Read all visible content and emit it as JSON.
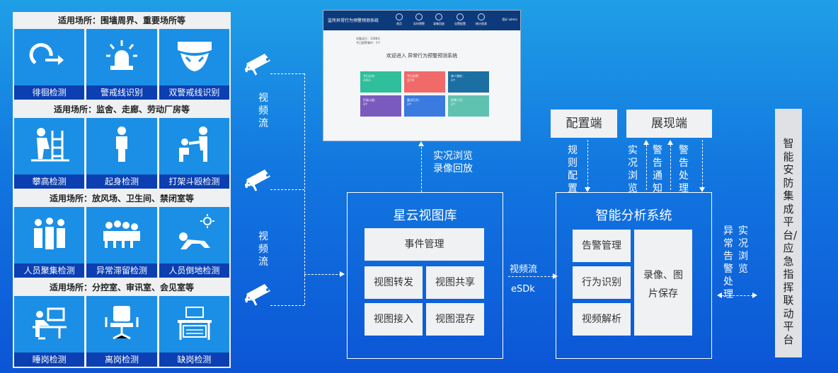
{
  "groups": [
    {
      "title": "适用场所：围墙周界、重要场所等",
      "items": [
        {
          "label": "徘徊检测",
          "icon": "loiter-icon"
        },
        {
          "label": "警戒线识别",
          "icon": "alarm-light-icon"
        },
        {
          "label": "双警戒线识别",
          "icon": "double-line-icon"
        }
      ]
    },
    {
      "title": "适用场所：监舍、走廊、劳动厂房等",
      "items": [
        {
          "label": "攀高检测",
          "icon": "climb-icon"
        },
        {
          "label": "起身检测",
          "icon": "stand-up-icon"
        },
        {
          "label": "打架斗殴检测",
          "icon": "fight-icon"
        }
      ]
    },
    {
      "title": "适用场所：放风场、卫生间、禁闭室等",
      "items": [
        {
          "label": "人员聚集检测",
          "icon": "crowd-icon"
        },
        {
          "label": "异常滞留检测",
          "icon": "linger-icon"
        },
        {
          "label": "人员倒地检测",
          "icon": "fall-icon"
        }
      ]
    },
    {
      "title": "适用场所：分控室、审讯室、会见室等",
      "items": [
        {
          "label": "睡岗检测",
          "icon": "sleep-post-icon"
        },
        {
          "label": "离岗检测",
          "icon": "empty-chair-icon"
        },
        {
          "label": "缺岗检测",
          "icon": "missing-post-icon"
        }
      ]
    }
  ],
  "video_stream_label_1": "视频流",
  "video_stream_label_2": "视频流",
  "screenshot": {
    "title": "监所异常行为预警预测系统",
    "nav": [
      "首页",
      "实时预警",
      "录像回放",
      "告警配置",
      "统计报表"
    ],
    "user": "您好 admin",
    "stats": [
      "设备运行：1288天",
      "今日报警事件：3个"
    ],
    "welcome": "欢迎进入 异常行为预警预测系统",
    "cards": [
      {
        "name": "今日点名：",
        "value": "240人",
        "color": "#2fbf9a"
      },
      {
        "name": "今日告警：",
        "value": "至7中",
        "color": "#f06a6a"
      },
      {
        "name": "单人独处：",
        "value": "3个",
        "color": "#1b6fa3"
      },
      {
        "name": "打架斗殴：",
        "value": "3个",
        "color": "#7a5bbd"
      },
      {
        "name": "重点行为：",
        "value": "3个",
        "color": "#3b7be0"
      },
      {
        "name": "异常人员：",
        "value": "3个",
        "color": "#5fc2b0"
      }
    ]
  },
  "playback_label_1": "实况浏览",
  "playback_label_2": "录像回放",
  "xingyun": {
    "title": "星云视图库",
    "modules": [
      "事件管理",
      "视图转发",
      "视图共享",
      "视图接入",
      "视图混存"
    ]
  },
  "link_label_top": "视频流",
  "link_label_bottom": "eSDk",
  "config_box": "配置端",
  "display_box": "展现端",
  "rule_config": "规则配置",
  "live_view": "实况浏览",
  "alarm_notice": "警告通知",
  "alarm_handle": "警告处理",
  "analysis": {
    "title": "智能分析系统",
    "modules": [
      "告警管理",
      "行为识别",
      "视频解析"
    ],
    "storage": "录像、图片保存"
  },
  "right_label_1": "实况浏览",
  "right_label_2": "异常告警处理",
  "platform": "智能安防集成平台/应急指挥联动平台"
}
